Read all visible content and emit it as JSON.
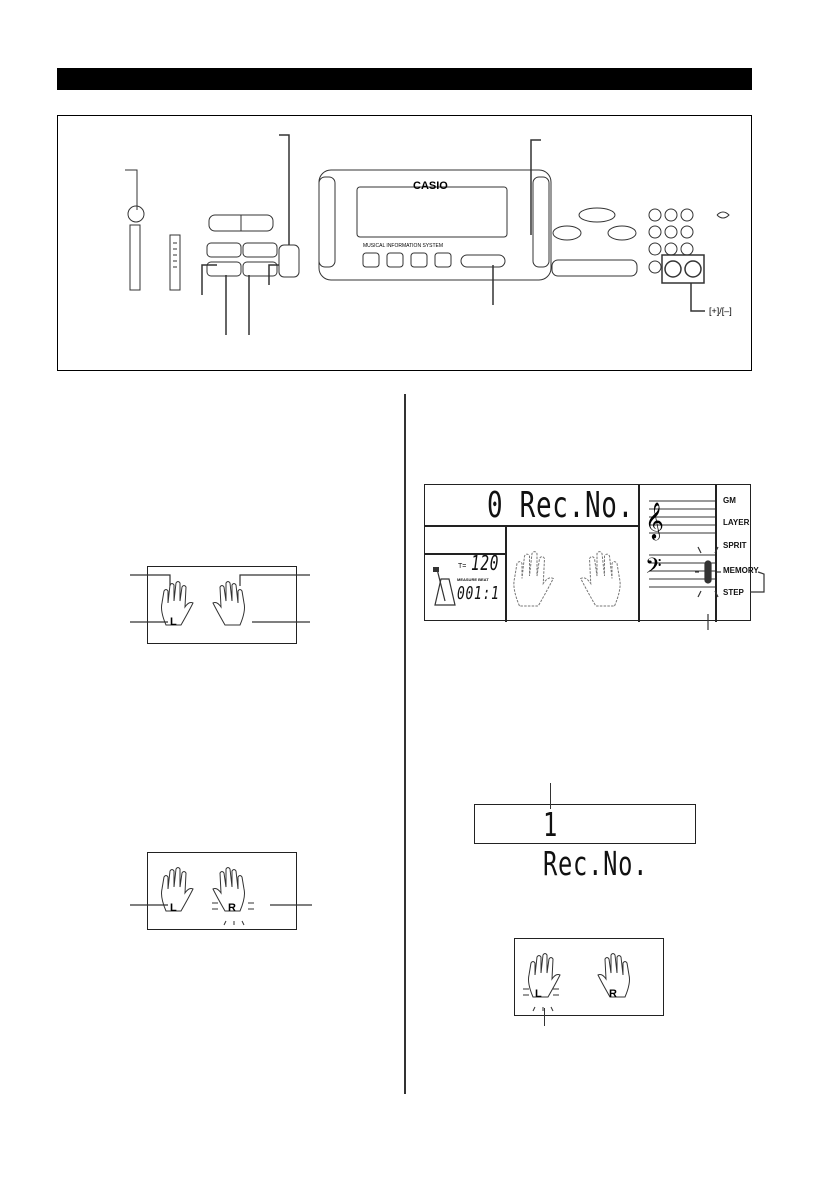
{
  "keyboard_panel": {
    "brand": "CASIO",
    "system_label": "MUSICAL INFORMATION SYSTEM",
    "plus_minus_label": "[+]/[–]"
  },
  "main_display": {
    "rec_text": "0 Rec.No.",
    "tempo_label": "T=",
    "tempo_value": "120",
    "measure_label": "MEASURE BEAT",
    "measure_value": "001:1",
    "indicators": [
      "GM",
      "LAYER",
      "SPRIT",
      "MEMORY",
      "STEP"
    ]
  },
  "rec_display_2": {
    "rec_text": "1 Rec.No."
  },
  "hand_displays": {
    "left_label": "L",
    "right_label": "R"
  }
}
